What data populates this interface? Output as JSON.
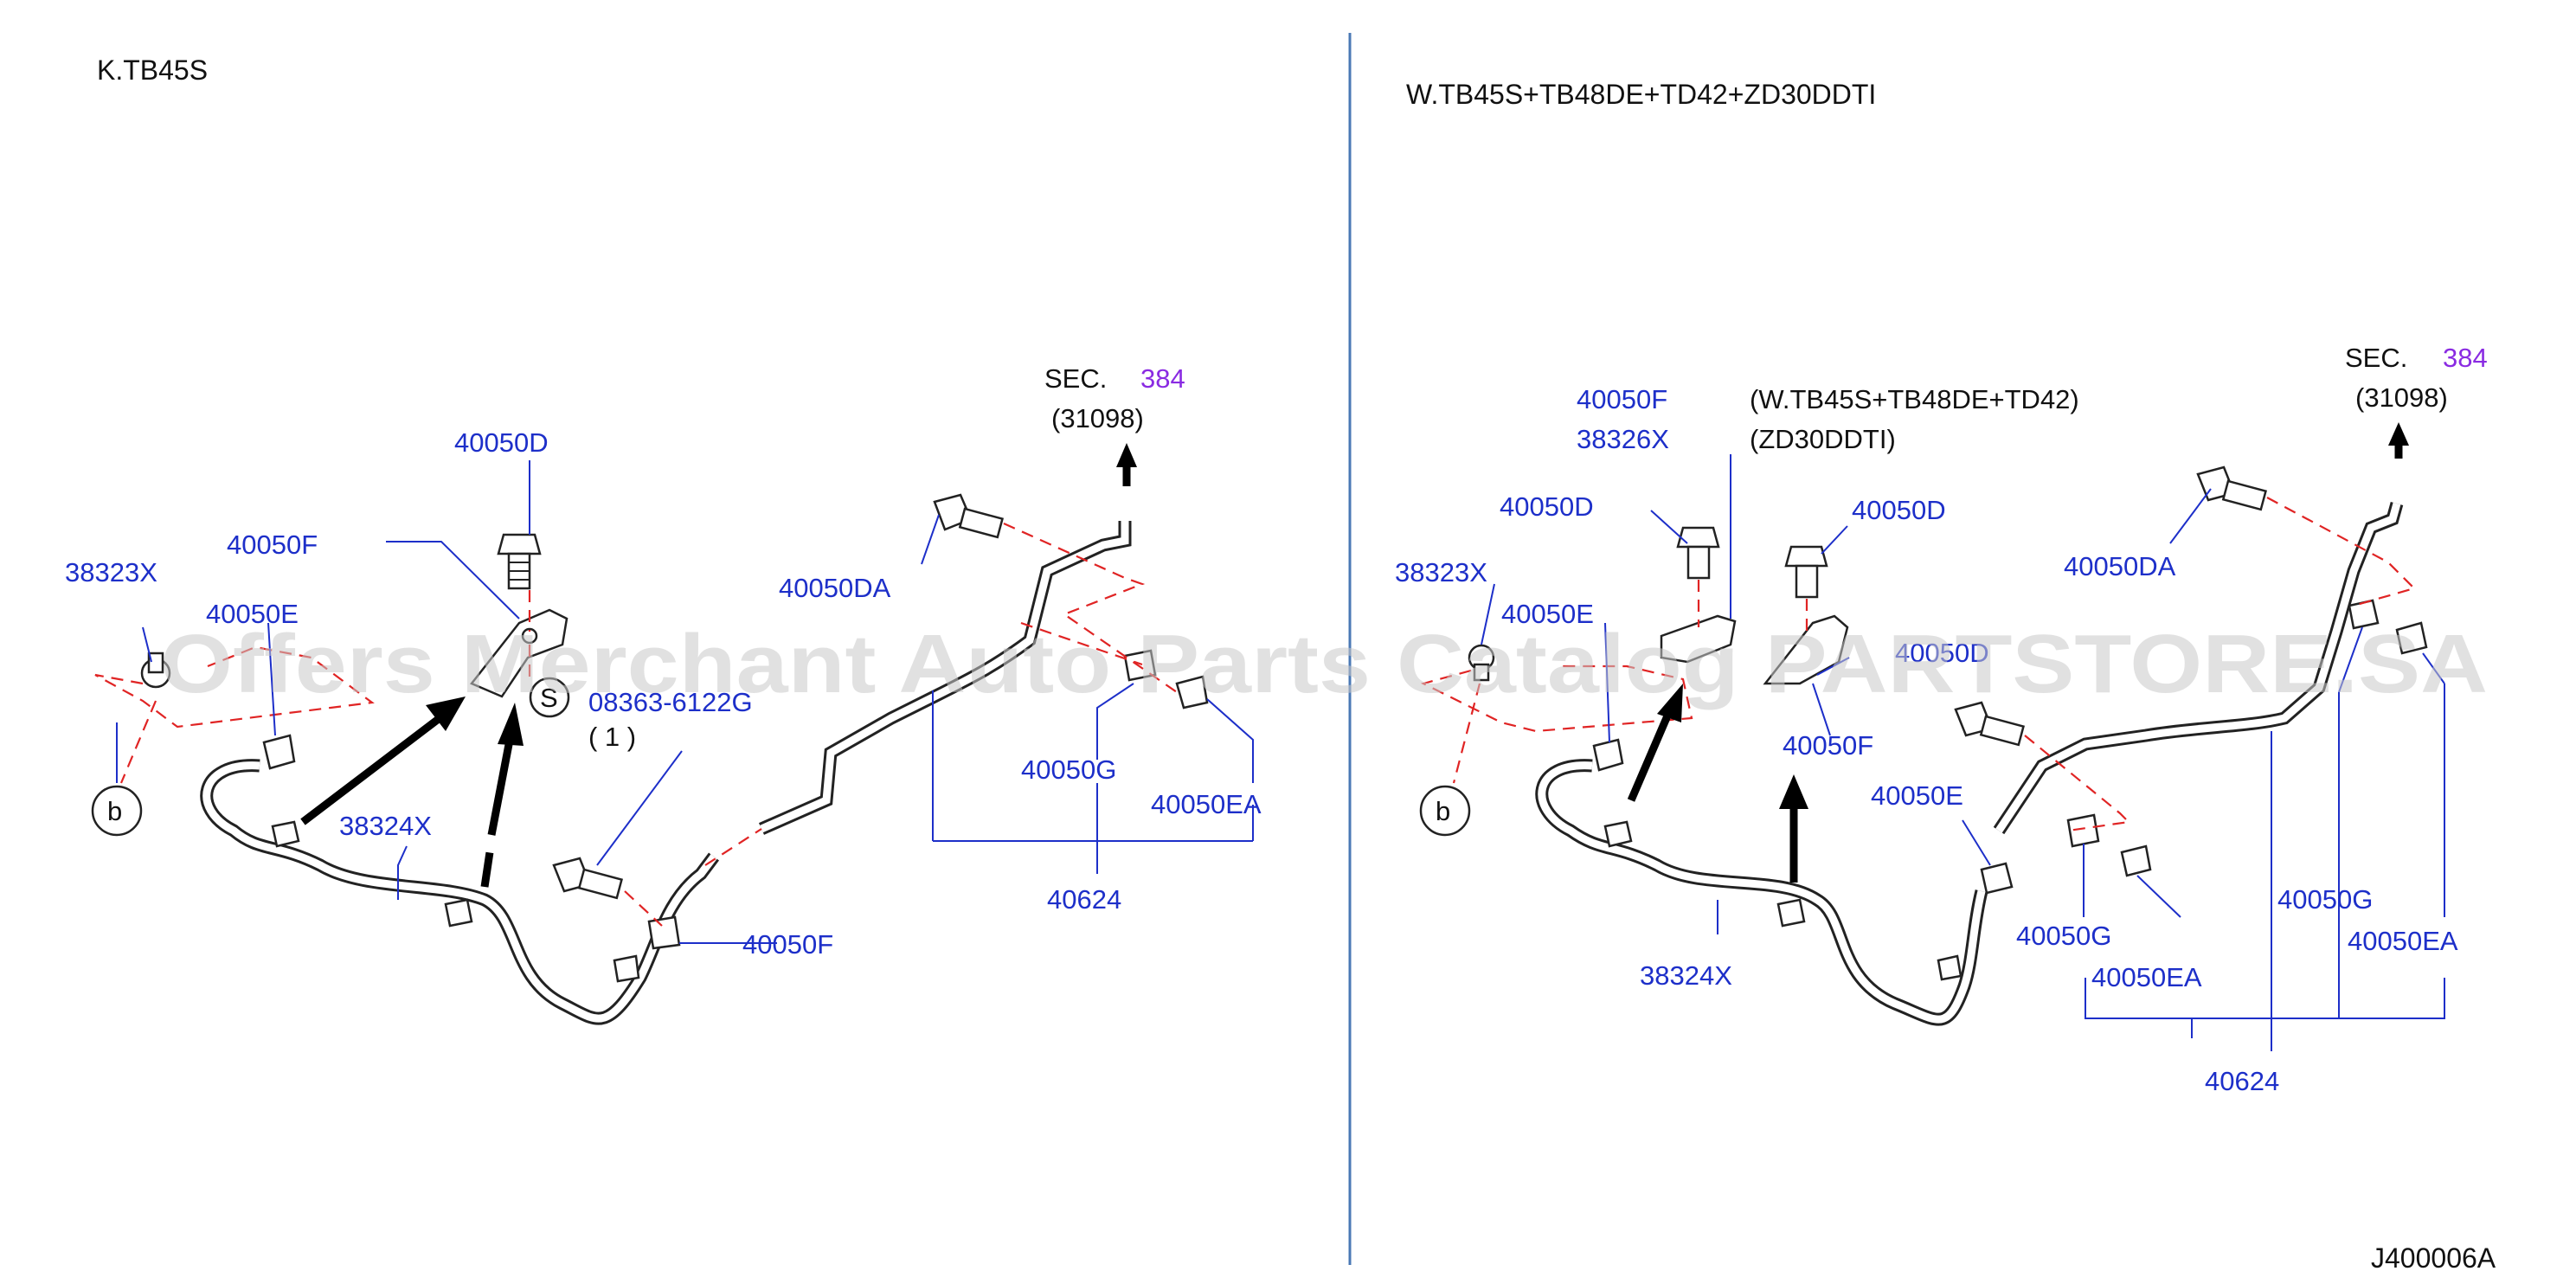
{
  "left_panel": {
    "title": "K.TB45S",
    "labels": {
      "p40050D": "40050D",
      "p40050F_top": "40050F",
      "p38323X": "38323X",
      "p40050E": "40050E",
      "p38324X": "38324X",
      "bolt_code": "08363-6122G",
      "bolt_qty": "( 1 )",
      "bolt_symbol": "S",
      "p40050F_bottom": "40050F",
      "p40050DA": "40050DA",
      "p40050G": "40050G",
      "p40050EA": "40050EA",
      "p40624": "40624",
      "ref_b": "b",
      "sec_label": "SEC.",
      "sec_number": "384",
      "sec_part": "(31098)"
    }
  },
  "right_panel": {
    "title": "W.TB45S+TB48DE+TD42+ZD30DDTI",
    "labels": {
      "p40050F": "40050F",
      "p38326X": "38326X",
      "variant_a": "(W.TB45S+TB48DE+TD42)",
      "variant_b": "(ZD30DDTI)",
      "p40050D_left": "40050D",
      "p40050D_right": "40050D",
      "p38323X": "38323X",
      "p40050E_top": "40050E",
      "p40050D_mid": "40050D",
      "p40050F_mid": "40050F",
      "p40050E_mid": "40050E",
      "p40050G_left": "40050G",
      "p40050EA_left": "40050EA",
      "p38324X": "38324X",
      "p40624": "40624",
      "p40050G_right": "40050G",
      "p40050EA_right": "40050EA",
      "p40050DA": "40050DA",
      "ref_b": "b",
      "sec_label": "SEC.",
      "sec_number": "384",
      "sec_part": "(31098)"
    }
  },
  "watermark": "Offers Merchant Auto Parts Catalog PARTSTORE.SA",
  "diagram_id": "J400006A",
  "colors": {
    "label_blue": "#1d2fc9",
    "section_purple": "#8a2be2",
    "dash_red": "#e02424",
    "divider_blue": "#4a78b5"
  }
}
